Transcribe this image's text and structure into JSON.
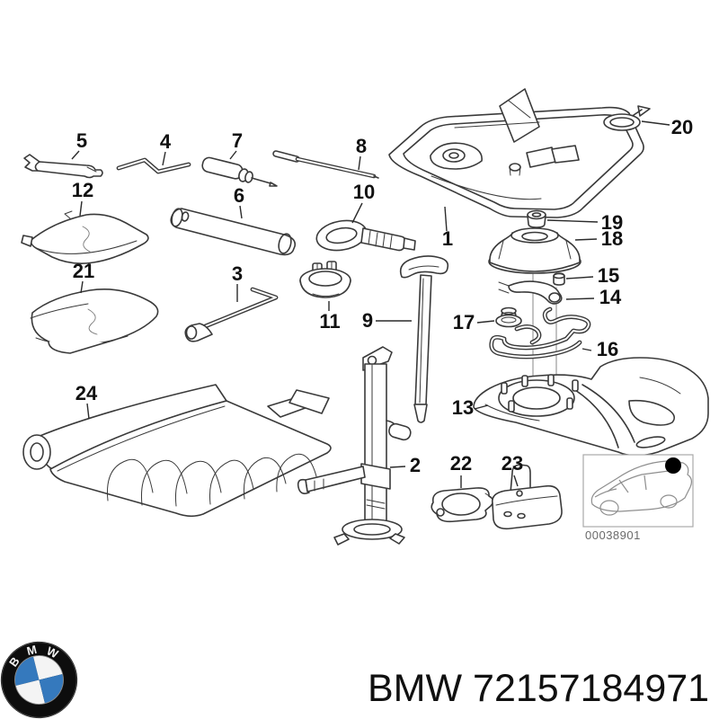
{
  "diagram": {
    "callouts": {
      "c1": "1",
      "c2": "2",
      "c3": "3",
      "c4": "4",
      "c5": "5",
      "c6": "6",
      "c7": "7",
      "c8": "8",
      "c9": "9",
      "c10": "10",
      "c11": "11",
      "c12": "12",
      "c13": "13",
      "c14": "14",
      "c15": "15",
      "c16": "16",
      "c17": "17",
      "c18": "18",
      "c19": "19",
      "c20": "20",
      "c21": "21",
      "c22": "22",
      "c23": "23",
      "c24": "24"
    },
    "thumbnail": {
      "code": "00038901"
    }
  },
  "footer": {
    "part_label": "BMW 72157184971",
    "logo": {
      "b": "B",
      "m": "M",
      "w": "W"
    }
  },
  "colors": {
    "line": "#3a3a3a",
    "label": "#111111",
    "roundel_blue": "#3579bd",
    "roundel_black": "#0d0d0d",
    "thumbnail_line": "#8f8f8f",
    "code_text": "#6a6a6a"
  }
}
